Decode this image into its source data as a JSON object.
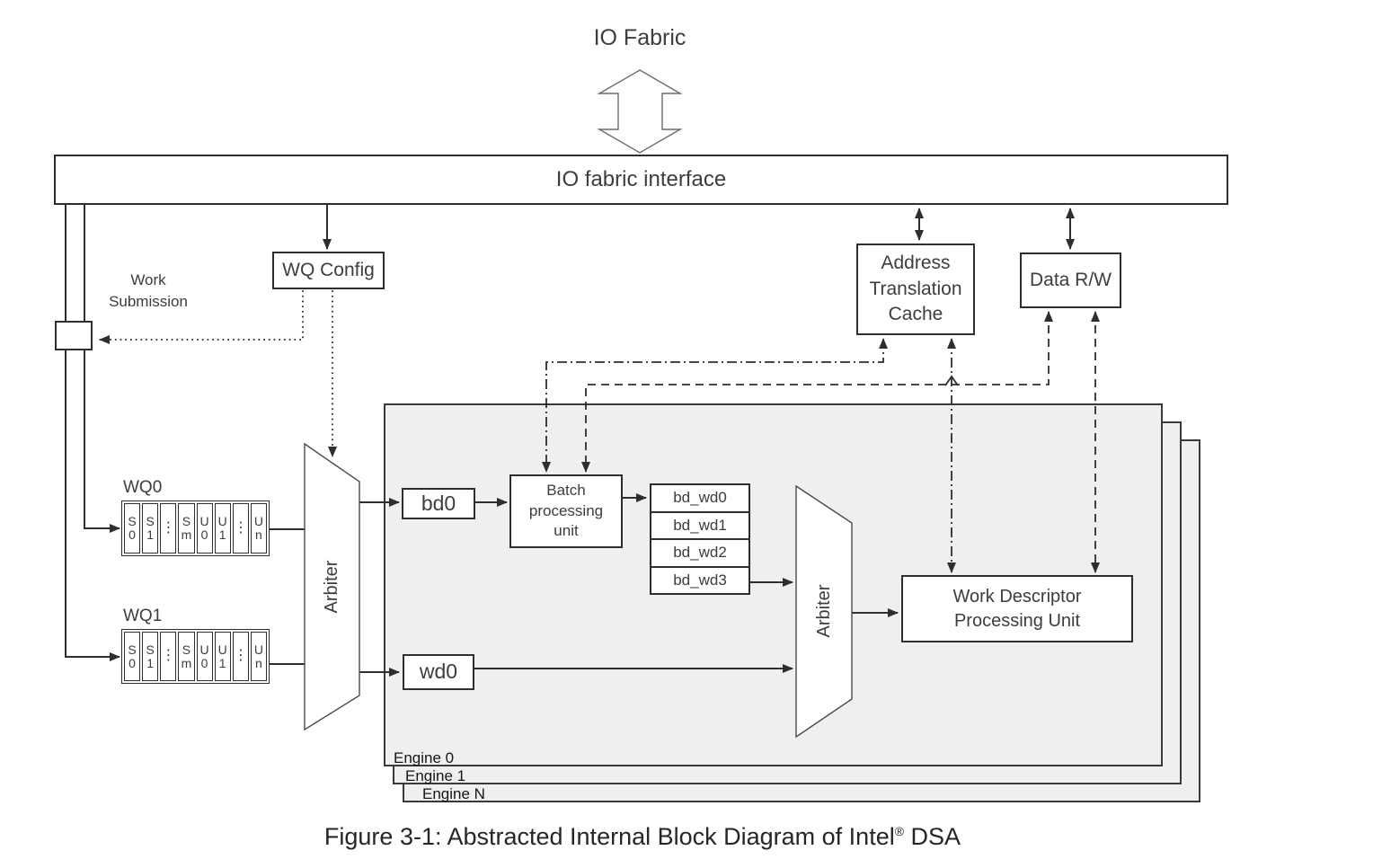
{
  "title": {
    "io_fabric": "IO Fabric",
    "caption_pre": "Figure 3-1: Abstracted Internal Block Diagram of Intel",
    "caption_sup": "®",
    "caption_post": " DSA"
  },
  "interface": {
    "label": "IO fabric interface"
  },
  "left": {
    "work_submission_line1": "Work",
    "work_submission_line2": "Submission",
    "wq_config": "WQ Config",
    "wq0_label": "WQ0",
    "wq1_label": "WQ1"
  },
  "queue": {
    "cells": [
      {
        "t": "S",
        "b": "0"
      },
      {
        "t": "S",
        "b": "1"
      },
      {
        "dots": "⋮"
      },
      {
        "t": "S",
        "b": "m"
      },
      {
        "t": "U",
        "b": "0"
      },
      {
        "t": "U",
        "b": "1"
      },
      {
        "dots": "⋮"
      },
      {
        "t": "U",
        "b": "n"
      }
    ]
  },
  "arbiters": {
    "arbiter1": "Arbiter",
    "arbiter2": "Arbiter"
  },
  "engine": {
    "engine0": "Engine 0",
    "engine1": "Engine 1",
    "engineN": "Engine N",
    "bd0": "bd0",
    "wd0": "wd0",
    "batch_line1": "Batch",
    "batch_line2": "processing",
    "batch_line3": "unit",
    "bd_wd": [
      "bd_wd0",
      "bd_wd1",
      "bd_wd2",
      "bd_wd3"
    ],
    "wdpu_line1": "Work Descriptor",
    "wdpu_line2": "Processing Unit"
  },
  "right": {
    "atc_line1": "Address",
    "atc_line2": "Translation",
    "atc_line3": "Cache",
    "data_rw": "Data R/W"
  },
  "colors": {
    "line": "#2e2e2e",
    "engine_fill": "#f0efee",
    "background": "#ffffff"
  }
}
